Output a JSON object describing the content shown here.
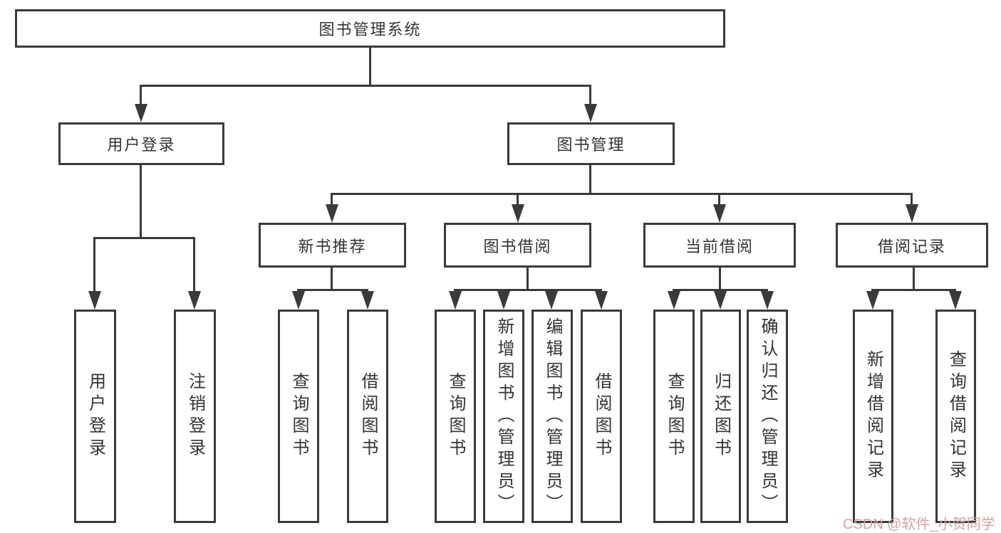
{
  "diagram_title": "图书管理系统",
  "nodes": {
    "root": "图书管理系统",
    "user_login": "用户登录",
    "book_mgmt": "图书管理",
    "new_book_rec": "新书推荐",
    "book_borrow": "图书借阅",
    "current_borrow": "当前借阅",
    "borrow_record": "借阅记录",
    "login": "用户登录",
    "logout": "注销登录",
    "rec_query_book": "查询图书",
    "rec_borrow_book": "借阅图书",
    "bb_query_book": "查询图书",
    "bb_add_book": "新增图书（管理员）",
    "bb_edit_book": "编辑图书（管理员）",
    "bb_borrow_book": "借阅图书",
    "cb_query_book": "查询图书",
    "cb_return_book": "归还图书",
    "cb_confirm_return": "确认归还（管理员）",
    "br_add_record": "新增借阅记录",
    "br_query_record": "查询借阅记录"
  },
  "watermark": {
    "text": "CSDN @软件_小贺同学"
  },
  "colors": {
    "line": "#3a3a3a",
    "text": "#333333",
    "background": "#ffffff",
    "watermark": "#d2a2a2"
  },
  "structure": {
    "root": "图书管理系统",
    "children": [
      {
        "label": "用户登录",
        "children": [
          "用户登录",
          "注销登录"
        ]
      },
      {
        "label": "图书管理",
        "children": [
          {
            "label": "新书推荐",
            "children": [
              "查询图书",
              "借阅图书"
            ]
          },
          {
            "label": "图书借阅",
            "children": [
              "查询图书",
              "新增图书（管理员）",
              "编辑图书（管理员）",
              "借阅图书"
            ]
          },
          {
            "label": "当前借阅",
            "children": [
              "查询图书",
              "归还图书",
              "确认归还（管理员）"
            ]
          },
          {
            "label": "借阅记录",
            "children": [
              "新增借阅记录",
              "查询借阅记录"
            ]
          }
        ]
      }
    ]
  }
}
